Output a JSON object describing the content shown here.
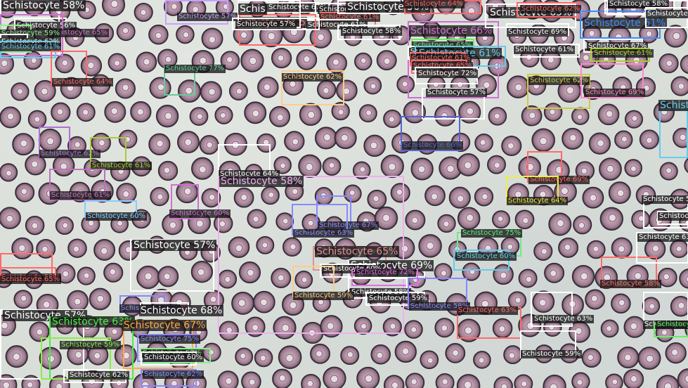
{
  "scene": "Microscope image of red blood cells with object-detection boxes",
  "detections": [
    {
      "label": "Schistocyte 58%",
      "color": "#ffffff",
      "size": "big"
    },
    {
      "label": "Schistocyte 56%",
      "color": "#ffffff",
      "size": "small"
    },
    {
      "label": "Schistocyte 65%",
      "color": "#d070d0",
      "size": "small"
    },
    {
      "label": "Schistocyte 59%",
      "color": "#90ee90",
      "size": "small"
    },
    {
      "label": "Schistocyte 62%",
      "color": "#ffffff",
      "size": "small"
    },
    {
      "label": "Schistocyte 61%",
      "color": "#66ccee",
      "size": "small"
    },
    {
      "label": "Schistocyte 64%",
      "color": "#ff6b6b",
      "size": "small"
    },
    {
      "label": "Schistocyte 77%",
      "color": "#66cc99",
      "size": "small"
    },
    {
      "label": "Schistocyte 57%",
      "color": "#c8a0ff",
      "size": "small"
    },
    {
      "label": "Schistocyte 67%",
      "color": "#ffffff",
      "size": "small"
    },
    {
      "label": "Schistocyte 60%",
      "color": "#ffffff",
      "size": "small"
    },
    {
      "label": "Schistocyte 61%",
      "color": "#ff6b6b",
      "size": "small"
    },
    {
      "label": "Schistocyte 61%",
      "color": "#ffffff",
      "size": "small"
    },
    {
      "label": "Schistocyte 58%",
      "color": "#ffffff",
      "size": "small"
    },
    {
      "label": "Schistocyte 62%",
      "color": "#ffcc88",
      "size": "small"
    },
    {
      "label": "Schistocyte 56%",
      "color": "#ffffff",
      "size": "big"
    },
    {
      "label": "Schistocyte 64%",
      "color": "#ff6b6b",
      "size": "small"
    },
    {
      "label": "Schistocyte 66%",
      "color": "#d070d0",
      "size": "big"
    },
    {
      "label": "Schistocyte 63%",
      "color": "#ffffff",
      "size": "big"
    },
    {
      "label": "Schistocyte 62%",
      "color": "#ff6b6b",
      "size": "small"
    },
    {
      "label": "Schistocyte 69%",
      "color": "#ffffff",
      "size": "small"
    },
    {
      "label": "Schistocyte 65%",
      "color": "#66ee66",
      "size": "small"
    },
    {
      "label": "Schistocyte 63%",
      "color": "#ffffff",
      "size": "small"
    },
    {
      "label": "Schistocyte 61%",
      "color": "#66ccee",
      "size": "big"
    },
    {
      "label": "Schistocyte 61%",
      "color": "#ff6b6b",
      "size": "small"
    },
    {
      "label": "Schistocyte 65%",
      "color": "#ff6b6b",
      "size": "small"
    },
    {
      "label": "Schistocyte 72%",
      "color": "#ffffff",
      "size": "small"
    },
    {
      "label": "Schistocyte 57%",
      "color": "#ffffff",
      "size": "small"
    },
    {
      "label": "Schistocyte 62%",
      "color": "#cccc44",
      "size": "small"
    },
    {
      "label": "Schistocyte 61%",
      "color": "#ffffff",
      "size": "small"
    },
    {
      "label": "Schistocyte 61%",
      "color": "#4488ff",
      "size": "big"
    },
    {
      "label": "Schistocyte 58%",
      "color": "#ffffff",
      "size": "small"
    },
    {
      "label": "Schistocyte 69%",
      "color": "#ff88cc",
      "size": "small"
    },
    {
      "label": "Schistocyte 67%",
      "color": "#ffffff",
      "size": "small"
    },
    {
      "label": "Schistocyte 61%",
      "color": "#aacc33",
      "size": "small"
    },
    {
      "label": "Schistocyte 66%",
      "color": "#5566cc",
      "size": "small"
    },
    {
      "label": "Schistocyte 62%",
      "color": "#b070d0",
      "size": "small"
    },
    {
      "label": "Schistocyte 61%",
      "color": "#aacc33",
      "size": "small"
    },
    {
      "label": "Schistocyte 64%",
      "color": "#ffffff",
      "size": "small"
    },
    {
      "label": "Schistocyte 58%",
      "color": "#f0b0f0",
      "size": "big"
    },
    {
      "label": "Schistocyte 61%",
      "color": "#c070c0",
      "size": "small"
    },
    {
      "label": "Schistocyte 60%",
      "color": "#88ccff",
      "size": "small"
    },
    {
      "label": "Schistocyte 60%",
      "color": "#d070d0",
      "size": "small"
    },
    {
      "label": "Schistocyte 69%",
      "color": "#ff6b6b",
      "size": "small"
    },
    {
      "label": "Schistocyte 64%",
      "color": "#eeee44",
      "size": "small"
    },
    {
      "label": "Schistocyte 67%",
      "color": "#8888ff",
      "size": "small"
    },
    {
      "label": "Schistocyte 63%",
      "color": "#8888ff",
      "size": "small"
    },
    {
      "label": "Schistocyte 75%",
      "color": "#66ee88",
      "size": "small"
    },
    {
      "label": "Schistocyte 60%",
      "color": "#66ccee",
      "size": "small"
    },
    {
      "label": "Schistocyte 57%",
      "color": "#ffffff",
      "size": "big"
    },
    {
      "label": "Schistocyte 65%",
      "color": "#e09090",
      "size": "big"
    },
    {
      "label": "Schistocyte 69%",
      "color": "#ffffff",
      "size": "big"
    },
    {
      "label": "Schistocyte 60%",
      "color": "#ffffff",
      "size": "small"
    },
    {
      "label": "Schistocyte 72%",
      "color": "#e070e0",
      "size": "small"
    },
    {
      "label": "Schistocyte 58%",
      "color": "#ffffff",
      "size": "small"
    },
    {
      "label": "Schistocyte 59%",
      "color": "#ffcc88",
      "size": "small"
    },
    {
      "label": "Schistocyte 59%",
      "color": "#ffffff",
      "size": "small"
    },
    {
      "label": "Schistocyte 58%",
      "color": "#8888ff",
      "size": "small"
    },
    {
      "label": "Schistocyte 63%",
      "color": "#ff6b6b",
      "size": "small"
    },
    {
      "label": "Schistocyte 63%",
      "color": "#ffffff",
      "size": "small"
    },
    {
      "label": "Schistocyte 59%",
      "color": "#ffffff",
      "size": "small"
    },
    {
      "label": "Schistocyte 58%",
      "color": "#ff6b6b",
      "size": "small"
    },
    {
      "label": "Schistocyte 59%",
      "color": "#ff6b6b",
      "size": "small"
    },
    {
      "label": "Schistocyte 65%",
      "color": "#ff6b6b",
      "size": "small"
    },
    {
      "label": "Schistocyte 57%",
      "color": "#ffffff",
      "size": "big"
    },
    {
      "label": "Schistocyte 63%",
      "color": "#44ee44",
      "size": "big"
    },
    {
      "label": "Schistocyte 67%",
      "color": "#ffaa44",
      "size": "big"
    },
    {
      "label": "Schistocyte 57%",
      "color": "#8888ff",
      "size": "small"
    },
    {
      "label": "Schistocyte 59%",
      "color": "#88ee44",
      "size": "small"
    },
    {
      "label": "Schistocyte 75%",
      "color": "#8888ff",
      "size": "small"
    },
    {
      "label": "Schistocyte 57%",
      "color": "#88ee88",
      "size": "small"
    },
    {
      "label": "Schistocyte 60%",
      "color": "#ffffff",
      "size": "small"
    },
    {
      "label": "Schistocyte 62%",
      "color": "#8888ff",
      "size": "small"
    },
    {
      "label": "Schistocyte 62%",
      "color": "#ffffff",
      "size": "small"
    },
    {
      "label": "Schistocyte 63%",
      "color": "#ffffff",
      "size": "small"
    },
    {
      "label": "Schistocyte 59%",
      "color": "#ffffff",
      "size": "small"
    },
    {
      "label": "Schistocyte 5",
      "color": "#ffffff",
      "size": "small"
    },
    {
      "label": "Schistocyte 63",
      "color": "#ffffff",
      "size": "small"
    },
    {
      "label": "Schistocyte 5",
      "color": "#66ee66",
      "size": "small"
    },
    {
      "label": "Schist",
      "color": "#66ccee",
      "size": "big"
    },
    {
      "label": "Schistocyte 58%",
      "color": "#ffffff",
      "size": "small"
    },
    {
      "label": "Schistocyte",
      "color": "#ffffff",
      "size": "small"
    },
    {
      "label": "Schistocyte 68%",
      "color": "#ffffff",
      "size": "big"
    },
    {
      "label": "Schistocyte 5",
      "color": "#ff6b6b",
      "size": "big"
    },
    {
      "label": "Schis",
      "color": "#ffffff",
      "size": "big"
    },
    {
      "label": "Schistocyte 57%",
      "color": "#ffffff",
      "size": "small"
    }
  ]
}
